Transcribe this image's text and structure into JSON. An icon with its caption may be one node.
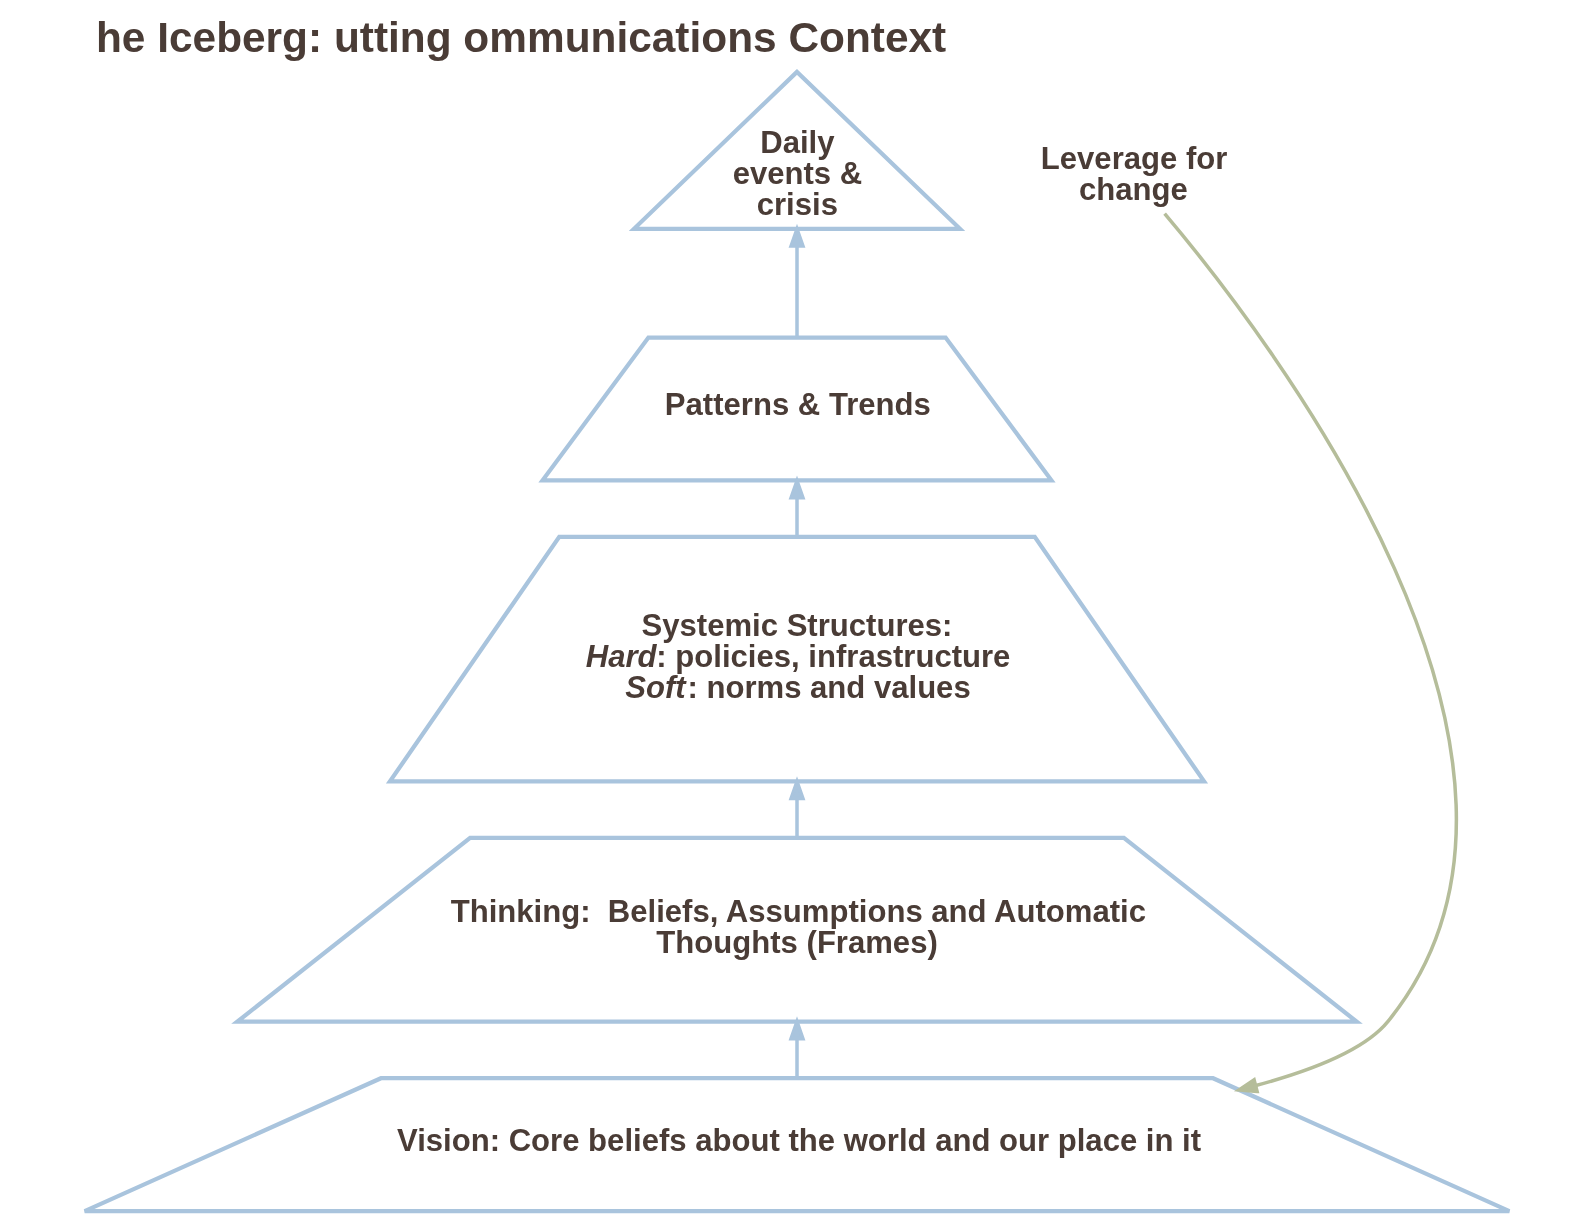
{
  "diagram": {
    "title": "he Iceberg: utting ommunications Context",
    "nodes": [
      {
        "text": [
          "Daily events & crisis"
        ]
      },
      {
        "text": [
          "Patterns & Trends"
        ]
      },
      {
        "text": [
          "Systemic Structures:",
          "*Hard*: policies, infrastructure",
          "*Soft*: norms and values"
        ]
      },
      {
        "text": [
          "Thinking:  Beliefs, Assumptions and Automatic Thoughts (Frames)"
        ]
      },
      {
        "text": [
          "Vision: Core beliefs about the world and our place in it"
        ]
      },
      {
        "text": [
          "Leverage for change"
        ]
      }
    ],
    "edges": [
      {
        "from": 1,
        "to": 0,
        "arrow": "to"
      },
      {
        "from": 2,
        "to": 1,
        "arrow": "to"
      },
      {
        "from": 3,
        "to": 2,
        "arrow": "to"
      },
      {
        "from": 4,
        "to": 3,
        "arrow": "to"
      },
      {
        "from": 5,
        "to": 4,
        "arrow": "to",
        "color": "#b5bd9a"
      }
    ]
  }
}
